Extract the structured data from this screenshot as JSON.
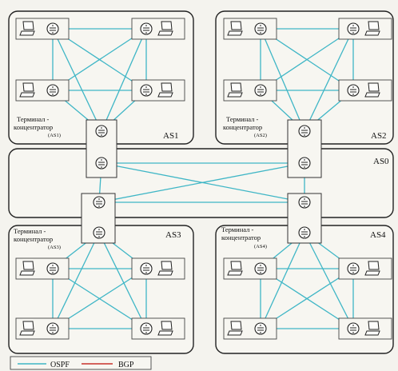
{
  "autonomous_systems": [
    {
      "id": "as1",
      "label": "AS1",
      "hub_title": [
        "Терминал -",
        "концентратор"
      ],
      "hub_sub": "(AS1)"
    },
    {
      "id": "as2",
      "label": "AS2",
      "hub_title": [
        "Терминал -",
        "концентратор"
      ],
      "hub_sub": "(AS2)"
    },
    {
      "id": "as3",
      "label": "AS3",
      "hub_title": [
        "Терминал -",
        "концентратор"
      ],
      "hub_sub": "(AS3)"
    },
    {
      "id": "as4",
      "label": "AS4",
      "hub_title": [
        "Терминал -",
        "концентратор"
      ],
      "hub_sub": "(AS4)"
    }
  ],
  "backbone": {
    "label": "AS0"
  },
  "legend": {
    "ospf": "OSPF",
    "bgp": "BGP"
  },
  "colors": {
    "ospf": "#3fb6c6",
    "bgp": "#c8322c"
  },
  "icons": {
    "router": "router-icon",
    "workstation": "workstation-icon"
  }
}
